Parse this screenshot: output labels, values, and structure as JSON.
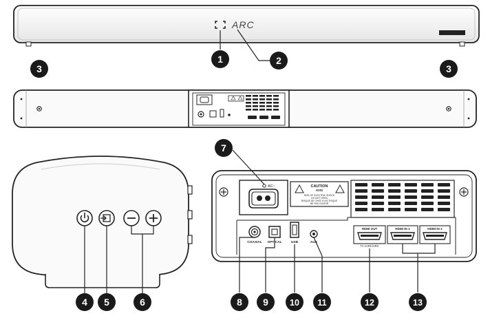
{
  "display": {
    "text": "ARC"
  },
  "brand_badge": {
    "text": ""
  },
  "callouts": [
    {
      "id": "1",
      "label": "1"
    },
    {
      "id": "2",
      "label": "2"
    },
    {
      "id": "3a",
      "label": "3"
    },
    {
      "id": "3b",
      "label": "3"
    },
    {
      "id": "4",
      "label": "4"
    },
    {
      "id": "5",
      "label": "5"
    },
    {
      "id": "6",
      "label": "6"
    },
    {
      "id": "7",
      "label": "7"
    },
    {
      "id": "8",
      "label": "8"
    },
    {
      "id": "9",
      "label": "9"
    },
    {
      "id": "10",
      "label": "10"
    },
    {
      "id": "11",
      "label": "11"
    },
    {
      "id": "12",
      "label": "12"
    },
    {
      "id": "13",
      "label": "13"
    }
  ],
  "panel": {
    "ac_label": "AC~",
    "caution_title": "CAUTION",
    "caution_sub": "AVIS",
    "caution_line1": "RISK OF ELECTRIC SHOCK",
    "caution_line2": "DO NOT OPEN",
    "caution_line3": "RISQUE DE CHOC ELECTRIQUE",
    "caution_line4": "NE PAS OUVRIR",
    "coaxial": "COAXIAL",
    "optical": "OPTICAL",
    "usb": "USB",
    "aux": "AUX",
    "hdmi_out": "HDMI OUT",
    "hdmi_out_sub": "TV eARC/ARC",
    "hdmi_in1": "HDMI IN 1",
    "hdmi_in2": "HDMI IN 2"
  },
  "colors": {
    "line": "#222222",
    "callout_fill": "#1a1a1a",
    "body_fill": "#f2f2f2",
    "panel_fill": "#ffffff"
  }
}
